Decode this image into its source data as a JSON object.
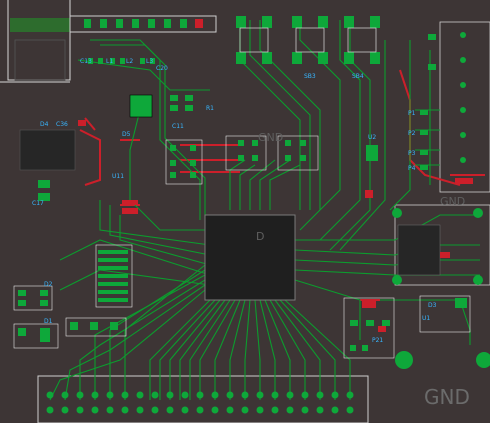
{
  "pour_labels": {
    "gnd_center": "GND",
    "gnd_right": "GND",
    "gnd_bottom": "GND",
    "cpu_mark": "D"
  },
  "designators": {
    "c13": "C13",
    "l1": "L1",
    "l2": "L2",
    "l3": "L3",
    "c20": "C20",
    "c11": "C11",
    "r1": "R1",
    "d4": "D4",
    "c36": "C36",
    "d5": "D5",
    "u11": "U11",
    "c17": "C17",
    "sb3": "SB3",
    "sb4": "SB4",
    "u2": "U2",
    "d1": "D1",
    "d2": "D2",
    "p1": "P1",
    "p2": "P2",
    "p3": "P3",
    "p4": "P4",
    "p21": "P21",
    "u1": "U1",
    "d3": "D3"
  },
  "colors": {
    "board": "#3d3535",
    "copper_top": "#0c9c2e",
    "copper_bottom": "#cc1f2a",
    "silkscreen": "#e8e8e8",
    "labels": "#38b6ff",
    "pad": "#0ea83a"
  }
}
